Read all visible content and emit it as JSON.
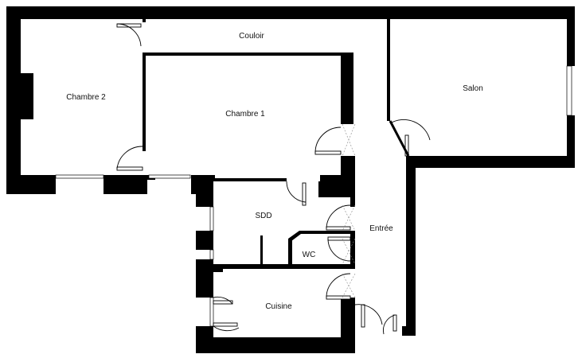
{
  "plan": {
    "rooms": [
      {
        "id": "couloir",
        "label": "Couloir"
      },
      {
        "id": "chambre2",
        "label": "Chambre 2"
      },
      {
        "id": "chambre1",
        "label": "Chambre 1"
      },
      {
        "id": "salon",
        "label": "Salon"
      },
      {
        "id": "sdd",
        "label": "SDD"
      },
      {
        "id": "wc",
        "label": "WC"
      },
      {
        "id": "entree",
        "label": "Entrée"
      },
      {
        "id": "cuisine",
        "label": "Cuisine"
      }
    ]
  }
}
